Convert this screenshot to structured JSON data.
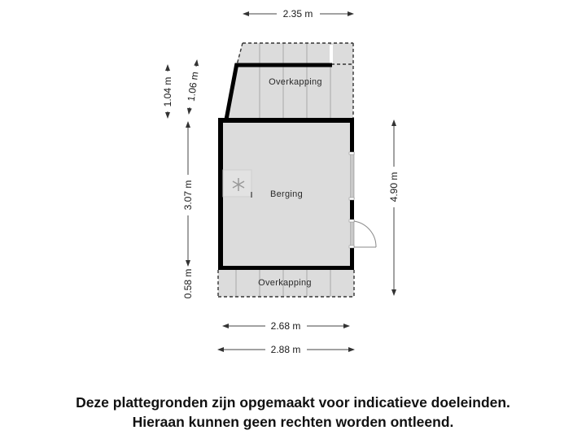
{
  "floorplan": {
    "rooms": [
      {
        "id": "overkapping-top",
        "label": "Overkapping"
      },
      {
        "id": "berging",
        "label": "Berging"
      },
      {
        "id": "overkapping-bottom",
        "label": "Overkapping"
      }
    ],
    "dimensions": {
      "top_width": "2.35 m",
      "left_upper_1": "1.04 m",
      "left_upper_2": "1.06 m",
      "left_room_height": "3.07 m",
      "left_bottom_height": "0.58 m",
      "right_total_height": "4.90 m",
      "bottom_inner_width": "2.68 m",
      "bottom_outer_width": "2.88 m"
    },
    "colors": {
      "floor": "#dcdcdc",
      "wall": "#000000",
      "dim_line": "#444444",
      "plank_line": "#a8a8a8"
    }
  },
  "disclaimer": {
    "line1": "Deze plattegronden zijn opgemaakt voor indicatieve doeleinden.",
    "line2": "Hieraan kunnen geen rechten worden ontleend."
  }
}
